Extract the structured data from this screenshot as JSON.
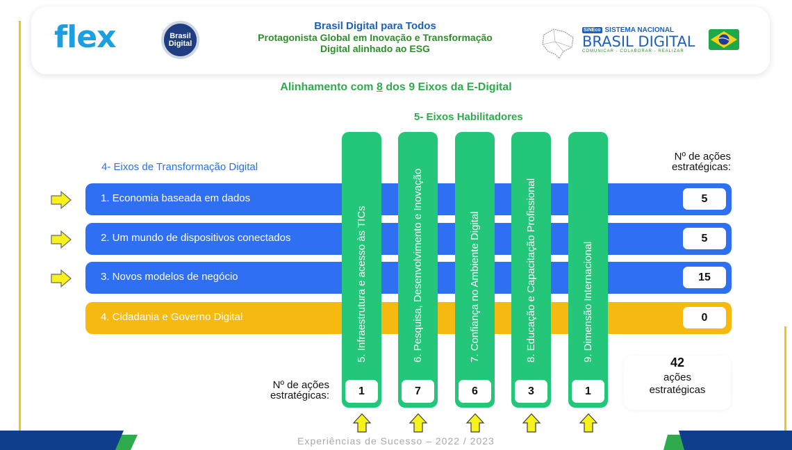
{
  "header": {
    "logo_text": "flex",
    "seal_text": "Brasil Digital",
    "title_line1": "Brasil Digital  para Todos",
    "title_line2": "Protagonista Global em Inovação e Transformação",
    "title_line3": "Digital alinhado ao ESG",
    "sineco_tag": "SiNEco",
    "sineco_name": "SISTEMA NACIONAL",
    "sineco_brand": "BRASIL DIGITAL",
    "sineco_tagline": "COMUNICAR - COLABORAR - REALIZAR"
  },
  "main_title_prefix": "Alinhamento com ",
  "main_title_number": "8",
  "main_title_suffix": " dos 9 Eixos da E-Digital",
  "habilitadores_label": "5- Eixos Habilitadores",
  "transformacao_label": "4- Eixos de Transformação Digital",
  "acoes_label_right_line1": "Nº de ações",
  "acoes_label_right_line2": "estratégicas:",
  "acoes_label_bottom_line1": "Nº de ações",
  "acoes_label_bottom_line2": "estratégicas:",
  "horizontal_axes": [
    {
      "label": "1. Economia baseada em dados",
      "count": "5",
      "color": "#2f6ff2",
      "arrow": true
    },
    {
      "label": "2. Um mundo de dispositivos conectados",
      "count": "5",
      "color": "#2f6ff2",
      "arrow": true
    },
    {
      "label": "3. Novos modelos de negócio",
      "count": "15",
      "color": "#2f6ff2",
      "arrow": true
    },
    {
      "label": "4. Cidadania e Governo Digital",
      "count": "0",
      "color": "#f6b90f",
      "arrow": false
    }
  ],
  "vertical_axes": [
    {
      "label": "5. Infraestrutura e acesso às TICs",
      "count": "1"
    },
    {
      "label": "6. Pesquisa, Desenvolvimento e Inovação",
      "count": "7"
    },
    {
      "label": "7. Confiança no Ambiente Digital",
      "count": "6"
    },
    {
      "label": "8. Educação e Capacitação Profissional",
      "count": "3"
    },
    {
      "label": "9. Dimensão Internacional",
      "count": "1"
    }
  ],
  "total": {
    "number": "42",
    "label_line1": "ações",
    "label_line2": "estratégicas"
  },
  "footer_text": "Experiências de Sucesso – 2022 / 2023",
  "colors": {
    "green": "#24c67a",
    "blue": "#2f6ff2",
    "yellow": "#f6b90f",
    "arrow_yellow": "#f8f21c"
  }
}
